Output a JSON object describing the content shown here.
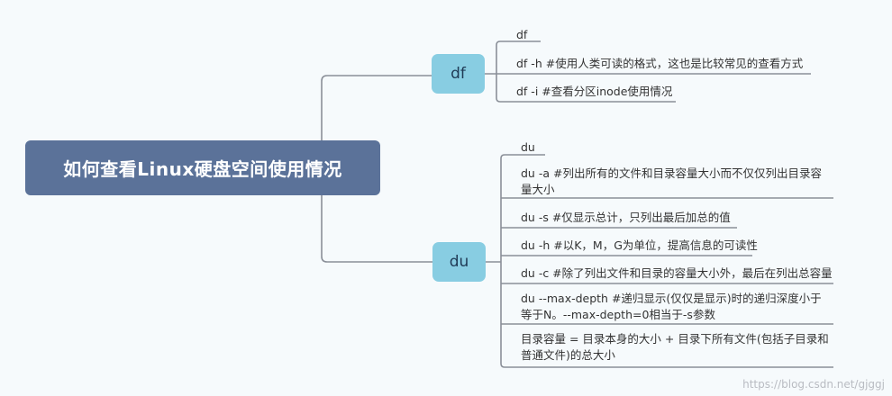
{
  "root": {
    "label": "如何查看Linux硬盘空间使用情况"
  },
  "branches": {
    "df": {
      "label": "df",
      "items": [
        "df",
        "df -h #使用人类可读的格式，这也是比较常见的查看方式",
        "df -i #查看分区inode使用情况"
      ]
    },
    "du": {
      "label": "du",
      "items": [
        "du",
        "du -a #列出所有的文件和目录容量大小而不仅仅列出目录容量大小",
        "du -s #仅显示总计，只列出最后加总的值",
        "du -h #以K，M，G为单位，提高信息的可读性",
        "du -c #除了列出文件和目录的容量大小外，最后在列出总容量",
        "du --max-depth #递归显示(仅仅是显示)时的递归深度小于等于N。--max-depth=0相当于-s参数",
        "目录容量 = 目录本身的大小 + 目录下所有文件(包括子目录和普通文件)的总大小"
      ]
    }
  },
  "watermark": "https://blog.csdn.net/gjggj",
  "colors": {
    "background": "#f6fafc",
    "root_fill": "#5b7299",
    "branch_fill": "#88cde2",
    "connector": "#8a8f98"
  }
}
